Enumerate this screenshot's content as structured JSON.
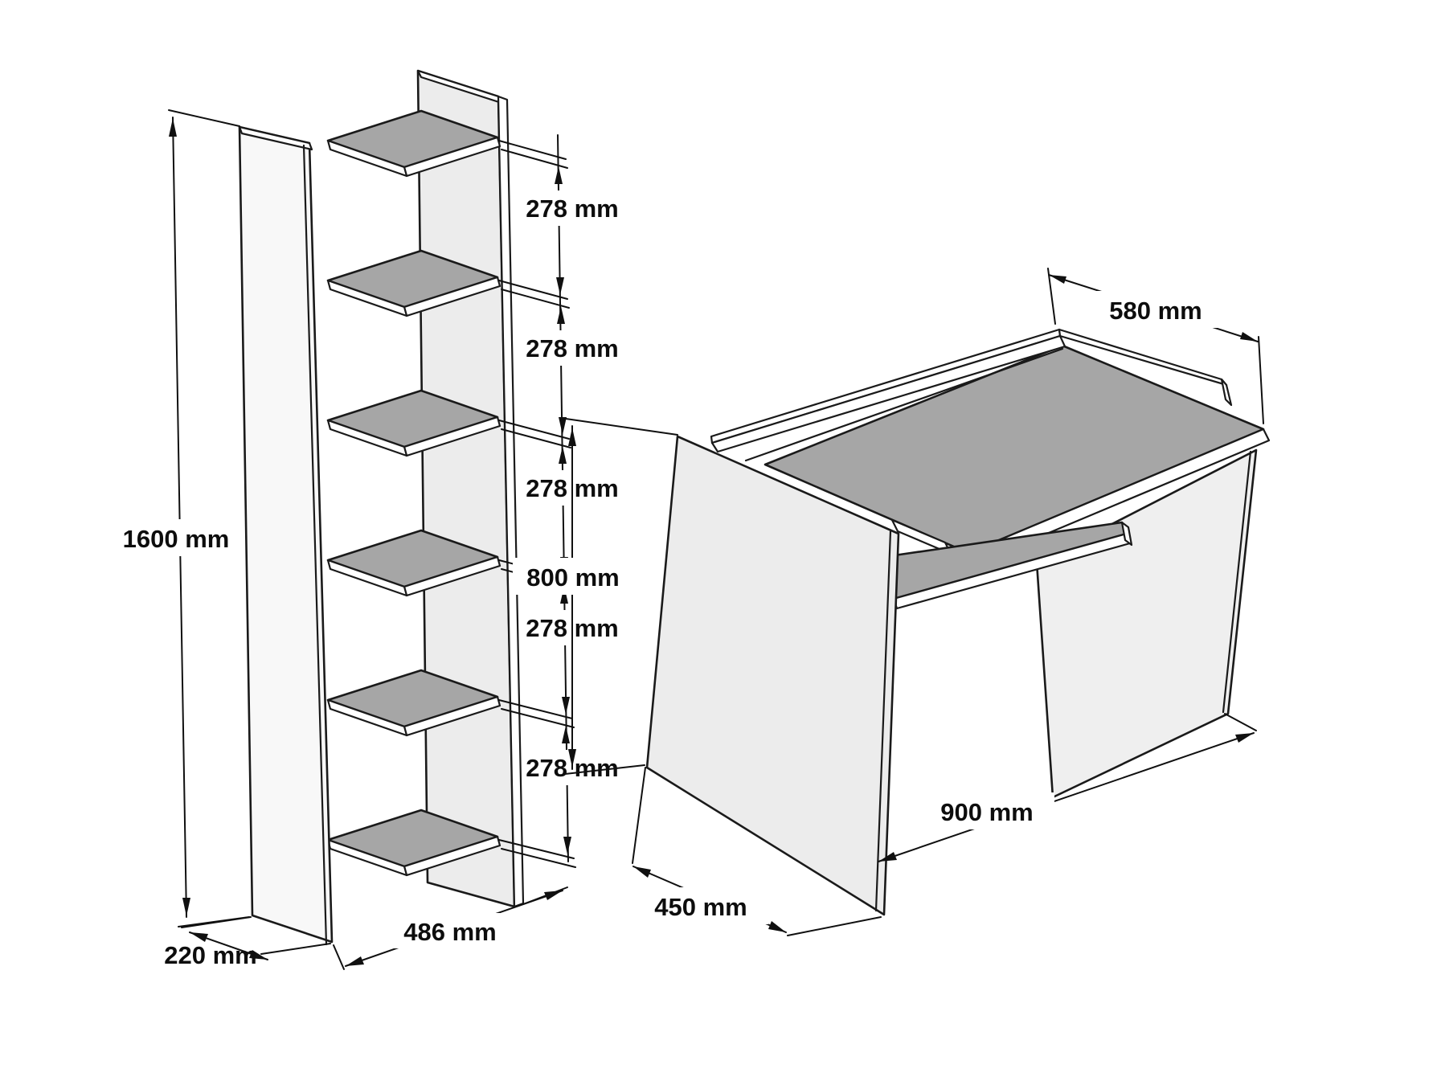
{
  "figure": {
    "kind": "furniture-technical-drawing",
    "units": "mm",
    "pieces": [
      "bookshelf",
      "desk"
    ]
  },
  "bookshelf": {
    "shelf_count": 6,
    "height_label": "1600 mm",
    "depth_label": "220 mm",
    "width_label": "486 mm",
    "shelf_gap_labels": [
      "278 mm",
      "278 mm",
      "278 mm",
      "278 mm",
      "278 mm"
    ]
  },
  "desk": {
    "top_depth_label": "580 mm",
    "height_label": "800 mm",
    "side_panel_depth_label": "450 mm",
    "width_label": "900 mm"
  },
  "colors": {
    "background": "#ffffff",
    "panel_white": "#f8f8f8",
    "panel_shaded": "#ececec",
    "surface_gray": "#a6a6a6",
    "line": "#1a1a1a"
  }
}
